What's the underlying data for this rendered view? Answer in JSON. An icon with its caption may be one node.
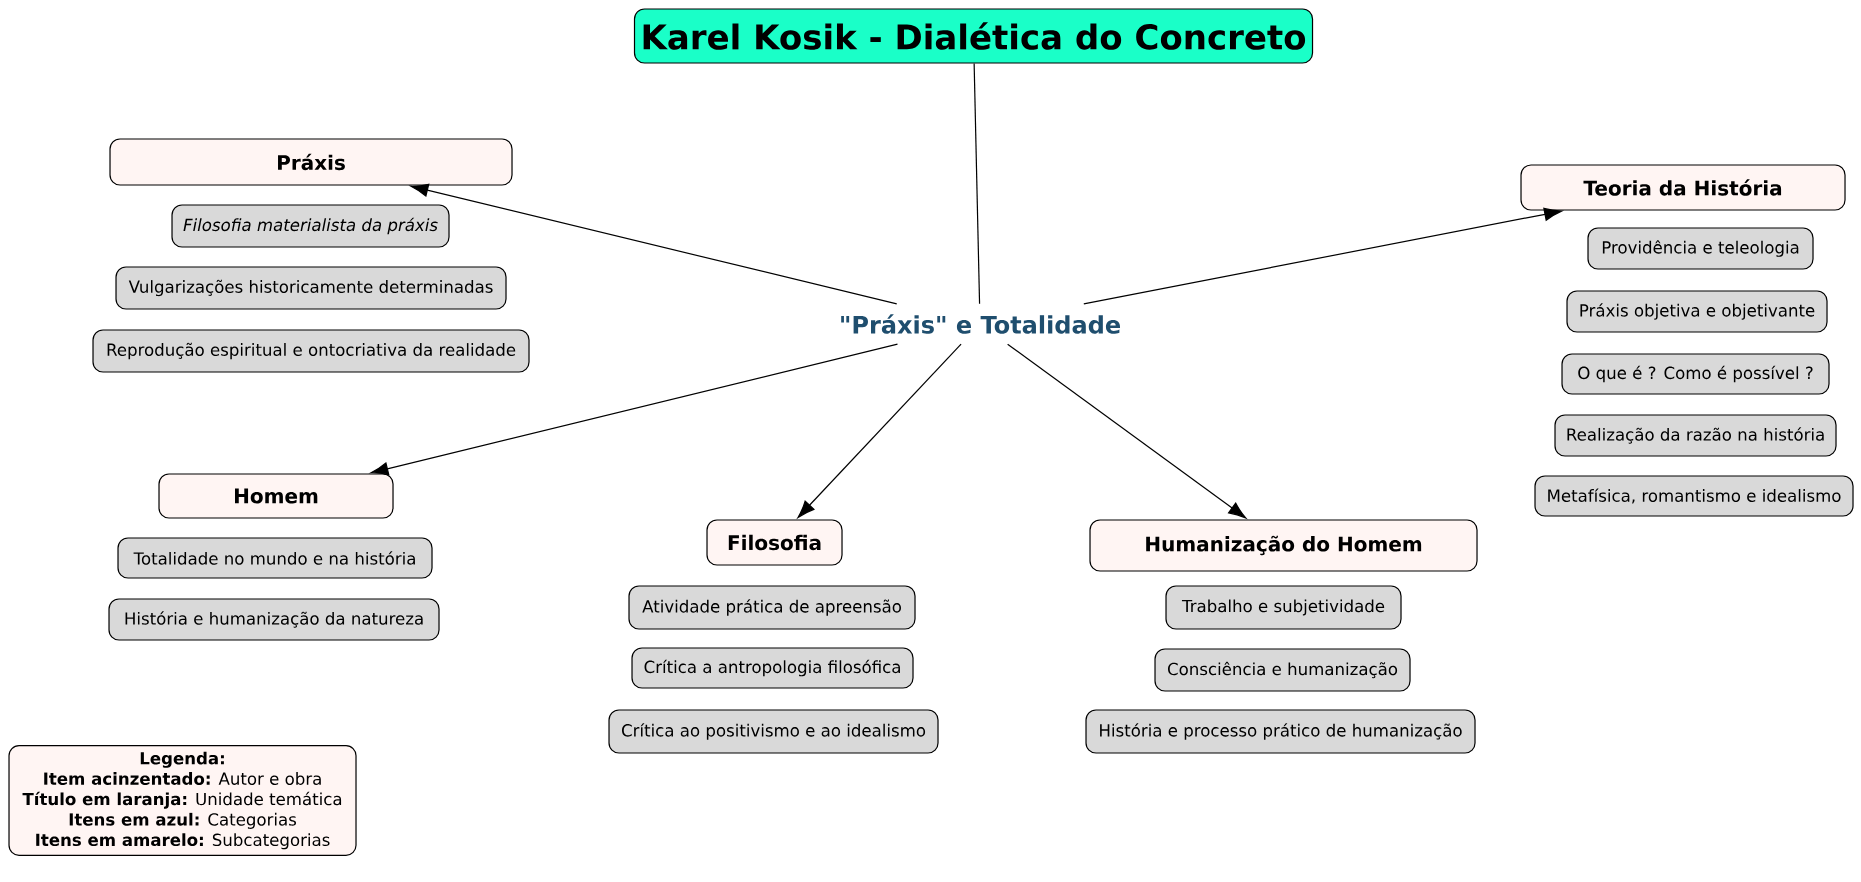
{
  "diagram": {
    "nodes": [
      {
        "text": [
          "Karel Kosik - Dialética do Concreto"
        ]
      },
      {
        "text": [
          "Práxis"
        ]
      },
      {
        "text": [
          "Filosofia materialista da práxis"
        ]
      },
      {
        "text": [
          "Vulgarizações historicamente determinadas"
        ]
      },
      {
        "text": [
          "Reprodução espiritual e ontocriativa da realidade"
        ]
      },
      {
        "text": [
          "Teoria da História"
        ]
      },
      {
        "text": [
          "Providência e teleologia"
        ]
      },
      {
        "text": [
          "Práxis objetiva e objetivante"
        ]
      },
      {
        "text": [
          "O que é ? Como é possível ?"
        ]
      },
      {
        "text": [
          "Realização da razão na história"
        ]
      },
      {
        "text": [
          "Metafísica, romantismo e idealismo"
        ]
      },
      {
        "text": [
          "\"Práxis\" e Totalidade"
        ]
      },
      {
        "text": [
          "Homem"
        ]
      },
      {
        "text": [
          "Totalidade no mundo e na história"
        ]
      },
      {
        "text": [
          "História e humanização da natureza"
        ]
      },
      {
        "text": [
          "Filosofia"
        ]
      },
      {
        "text": [
          "Atividade prática de apreensão"
        ]
      },
      {
        "text": [
          "Crítica a antropologia filosófica"
        ]
      },
      {
        "text": [
          "Crítica ao positivismo e ao idealismo"
        ]
      },
      {
        "text": [
          "Humanização do Homem"
        ]
      },
      {
        "text": [
          "Trabalho e subjetividade"
        ]
      },
      {
        "text": [
          "Consciência e humanização"
        ]
      },
      {
        "text": [
          "História e processo prático de humanização"
        ]
      },
      {
        "text": [
          "Legenda:",
          "**Item acinzentado:** Autor e obra",
          "**Título em laranja:** Unidade temática",
          "**Itens em azul:** Categorias",
          "**Itens em amarelo:** Subcategorias"
        ]
      }
    ],
    "edges": [
      {
        "from": 0,
        "to": 11,
        "arrow": "none"
      },
      {
        "from": 11,
        "to": 1,
        "arrow": "to"
      },
      {
        "from": 11,
        "to": 5,
        "arrow": "to"
      },
      {
        "from": 11,
        "to": 12,
        "arrow": "to"
      },
      {
        "from": 11,
        "to": 15,
        "arrow": "to"
      },
      {
        "from": 11,
        "to": 19,
        "arrow": "to"
      }
    ]
  }
}
